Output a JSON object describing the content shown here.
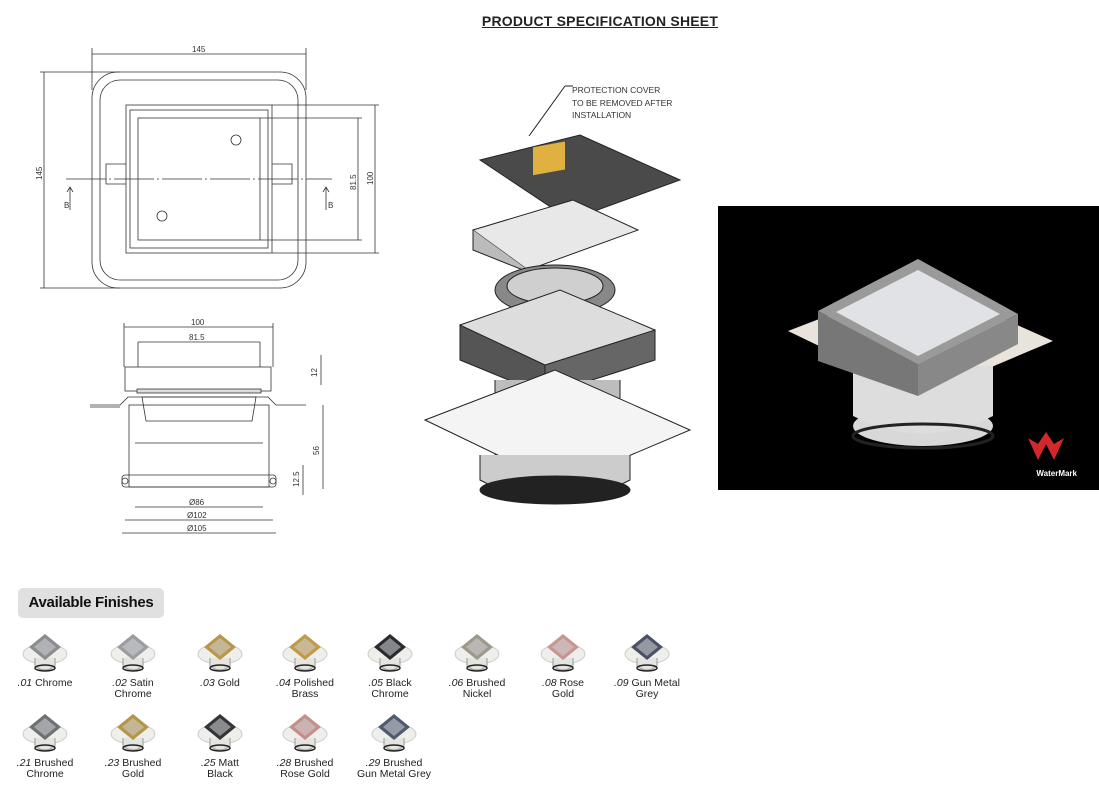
{
  "title": "PRODUCT SPECIFICATION SHEET",
  "top_view": {
    "width": "145",
    "height": "145",
    "inner": "81.5",
    "outer": "100",
    "section_left": "B",
    "section_right": "B"
  },
  "section_view": {
    "top_width": "100",
    "inner_width": "81.5",
    "rim_height": "12",
    "body_height": "56",
    "seal_height": "12.5",
    "dia_inner": "Ø86",
    "dia_mid": "Ø102",
    "dia_outer": "Ø105"
  },
  "exploded_view": {
    "cover_note": [
      "PROTECTION COVER",
      "TO BE REMOVED AFTER",
      "INSTALLATION"
    ]
  },
  "photo": {
    "certification_logo": "WaterMark"
  },
  "finishes": {
    "heading": "Available Finishes",
    "items": [
      {
        "code": ".01",
        "name": "Chrome",
        "name2": "",
        "color": "#8a8c90"
      },
      {
        "code": ".02",
        "name": "Satin",
        "name2": "Chrome",
        "color": "#9a9ca0"
      },
      {
        "code": ".03",
        "name": "Gold",
        "name2": "",
        "color": "#b8964a"
      },
      {
        "code": ".04",
        "name": "Polished",
        "name2": "Brass",
        "color": "#c09a48"
      },
      {
        "code": ".05",
        "name": "Black",
        "name2": "Chrome",
        "color": "#2a2b2e"
      },
      {
        "code": ".06",
        "name": "Brushed",
        "name2": "Nickel",
        "color": "#9d978c"
      },
      {
        "code": ".08",
        "name": "Rose",
        "name2": "Gold",
        "color": "#c79690"
      },
      {
        "code": ".09",
        "name": "Gun Metal",
        "name2": "Grey",
        "color": "#4a5264"
      },
      {
        "code": ".21",
        "name": "Brushed",
        "name2": "Chrome",
        "color": "#6e7074"
      },
      {
        "code": ".23",
        "name": "Brushed",
        "name2": "Gold",
        "color": "#b59648"
      },
      {
        "code": ".25",
        "name": "Matt",
        "name2": "Black",
        "color": "#333538"
      },
      {
        "code": ".28",
        "name": "Brushed",
        "name2": "Rose Gold",
        "color": "#c48f88"
      },
      {
        "code": ".29",
        "name": "Brushed",
        "name2": "Gun Metal Grey",
        "color": "#4f5a6e"
      }
    ]
  }
}
